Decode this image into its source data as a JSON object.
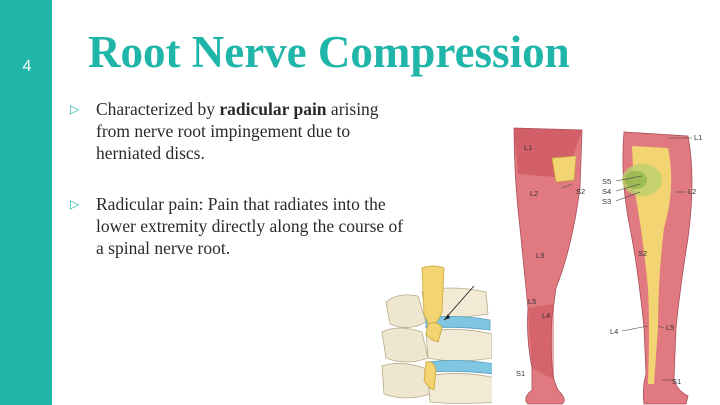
{
  "slide": {
    "number": "4",
    "title": "Root Nerve Compression",
    "bullet_marker": "▷",
    "bullets": [
      {
        "before": "Characterized by ",
        "bold": "radicular pain",
        "after": " arising from nerve root impingement due to herniated discs."
      },
      {
        "before": "Radicular pain: Pain that radiates into the lower extremity directly along the course of a spinal nerve root.",
        "bold": "",
        "after": ""
      }
    ]
  },
  "colors": {
    "accent": "#1fb5a9",
    "title": "#1fb5a9",
    "dermatome_pink": "#e07a80",
    "dermatome_red": "#c94a55",
    "dermatome_yellow": "#f3d472",
    "dermatome_green": "#b9cf6a",
    "disc_blue": "#7fc6e3"
  },
  "figure": {
    "anterior_labels": [
      "L1",
      "L2",
      "L3",
      "L5",
      "L4",
      "S1",
      "S2"
    ],
    "posterior_labels": [
      "L1",
      "S5",
      "S4",
      "S3",
      "L2",
      "S2",
      "L4",
      "L5",
      "S1"
    ]
  }
}
